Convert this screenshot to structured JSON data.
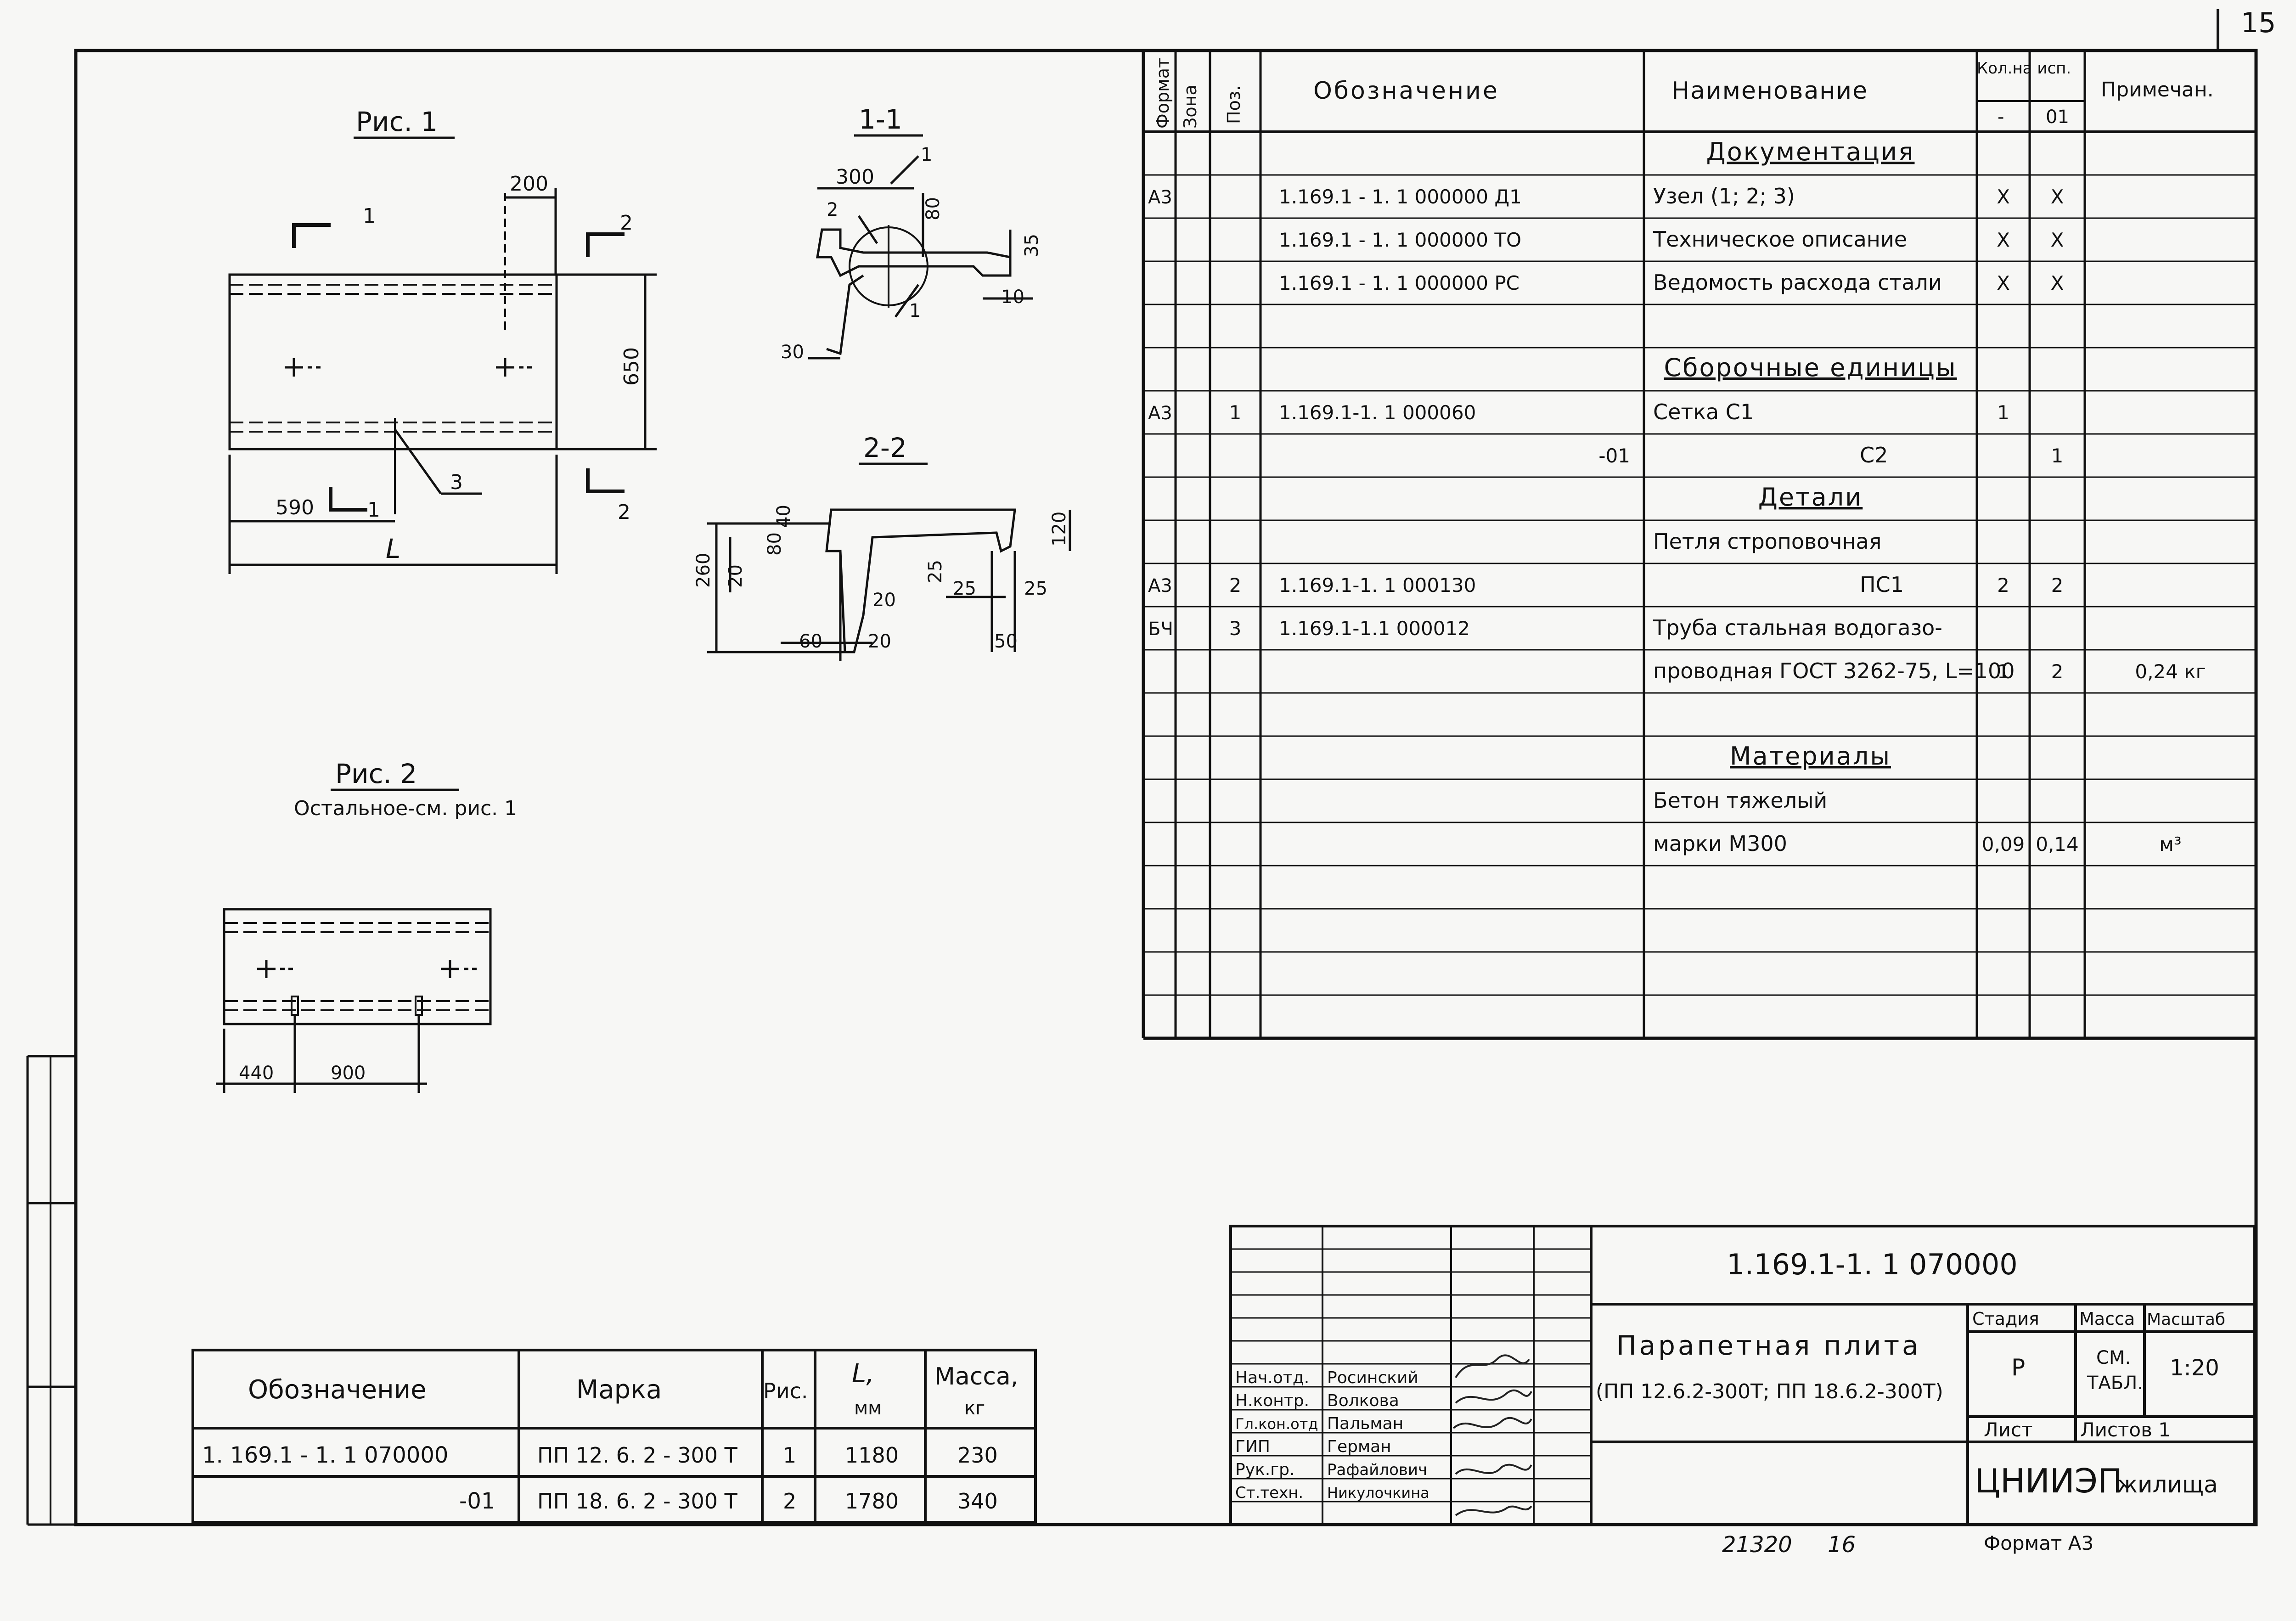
{
  "sheet_number": "15",
  "drawings": {
    "fig1": {
      "title": "Рис. 1",
      "dims": {
        "d200": "200",
        "d650": "650",
        "d590": "590",
        "L": "L"
      },
      "cut_labels": {
        "c1": "1",
        "c2": "2",
        "c1b": "1",
        "c2b": "2"
      },
      "marker": "3"
    },
    "sec11": {
      "title": "1-1",
      "dims": {
        "d300": "300",
        "d80": "80",
        "d35": "35",
        "d10": "10",
        "d30": "30"
      },
      "markers": {
        "m1": "1",
        "m2": "2",
        "m3": "1"
      }
    },
    "sec22": {
      "title": "2-2",
      "dims": {
        "d40": "40",
        "d80": "80",
        "d260": "260",
        "d20a": "20",
        "d20b": "20",
        "d20c": "20",
        "d60": "60",
        "d25a": "25",
        "d25b": "25",
        "d25c": "25",
        "d50": "50",
        "d120": "120"
      }
    },
    "fig2": {
      "title": "Рис. 2",
      "note": "Остальное-см. рис. 1",
      "dims": {
        "d440": "440",
        "d900": "900"
      }
    }
  },
  "spec_table": {
    "headers": {
      "format": "Формат",
      "zone": "Зона",
      "pos": "Поз.",
      "designation": "Обозначение",
      "name": "Наименование",
      "qty": "Кол.на исп.",
      "qty_sub1": "-",
      "qty_sub2": "01",
      "note": "Примечан."
    },
    "rows": [
      {
        "format": "",
        "pos": "",
        "designation": "",
        "name": "Документация",
        "q1": "",
        "q2": "",
        "note": "",
        "section": true
      },
      {
        "format": "А3",
        "pos": "",
        "designation": "1.169.1 - 1. 1 000000  Д1",
        "name": "Узел (1; 2; 3)",
        "q1": "Х",
        "q2": "Х",
        "note": ""
      },
      {
        "format": "",
        "pos": "",
        "designation": "1.169.1 - 1. 1 000000  ТО",
        "name": "Техническое описание",
        "q1": "Х",
        "q2": "Х",
        "note": ""
      },
      {
        "format": "",
        "pos": "",
        "designation": "1.169.1 - 1. 1 000000  РС",
        "name": "Ведомость расхода стали",
        "q1": "Х",
        "q2": "Х",
        "note": ""
      },
      {
        "format": "",
        "pos": "",
        "designation": "",
        "name": "",
        "q1": "",
        "q2": "",
        "note": ""
      },
      {
        "format": "",
        "pos": "",
        "designation": "",
        "name": "Сборочные единицы",
        "q1": "",
        "q2": "",
        "note": "",
        "section": true
      },
      {
        "format": "А3",
        "pos": "1",
        "designation": "1.169.1-1. 1  000060",
        "name": "Сетка          С1",
        "q1": "1",
        "q2": "",
        "note": ""
      },
      {
        "format": "",
        "pos": "",
        "designation": "-01",
        "name": "С2",
        "q1": "",
        "q2": "1",
        "note": ""
      },
      {
        "format": "",
        "pos": "",
        "designation": "",
        "name": "Детали",
        "q1": "",
        "q2": "",
        "note": "",
        "section": true
      },
      {
        "format": "",
        "pos": "",
        "designation": "",
        "name": "Петля строповочная",
        "q1": "",
        "q2": "",
        "note": ""
      },
      {
        "format": "А3",
        "pos": "2",
        "designation": "1.169.1-1. 1  000130",
        "name": "ПС1",
        "q1": "2",
        "q2": "2",
        "note": ""
      },
      {
        "format": "БЧ",
        "pos": "3",
        "designation": "1.169.1-1.1  000012",
        "name": "Труба стальная водогазо-",
        "q1": "",
        "q2": "",
        "note": ""
      },
      {
        "format": "",
        "pos": "",
        "designation": "",
        "name": "проводная ГОСТ 3262-75, L=100",
        "q1": "1",
        "q2": "2",
        "note": "0,24 кг"
      },
      {
        "format": "",
        "pos": "",
        "designation": "",
        "name": "",
        "q1": "",
        "q2": "",
        "note": ""
      },
      {
        "format": "",
        "pos": "",
        "designation": "",
        "name": "Материалы",
        "q1": "",
        "q2": "",
        "note": "",
        "section": true
      },
      {
        "format": "",
        "pos": "",
        "designation": "",
        "name": "Бетон тяжелый",
        "q1": "",
        "q2": "",
        "note": ""
      },
      {
        "format": "",
        "pos": "",
        "designation": "",
        "name": "марки  М300",
        "q1": "0,09",
        "q2": "0,14",
        "note": "м³"
      },
      {
        "format": "",
        "pos": "",
        "designation": "",
        "name": "",
        "q1": "",
        "q2": "",
        "note": ""
      },
      {
        "format": "",
        "pos": "",
        "designation": "",
        "name": "",
        "q1": "",
        "q2": "",
        "note": ""
      },
      {
        "format": "",
        "pos": "",
        "designation": "",
        "name": "",
        "q1": "",
        "q2": "",
        "note": ""
      },
      {
        "format": "",
        "pos": "",
        "designation": "",
        "name": "",
        "q1": "",
        "q2": "",
        "note": ""
      }
    ]
  },
  "mark_table": {
    "headers": {
      "designation": "Обозначение",
      "mark": "Марка",
      "fig": "Рис.",
      "length": "L,",
      "length_unit": "мм",
      "mass": "Масса,",
      "mass_unit": "кг"
    },
    "rows": [
      {
        "designation": "1. 169.1 - 1. 1 070000",
        "mark": "ПП 12. 6. 2 - 300 Т",
        "fig": "1",
        "length": "1180",
        "mass": "230"
      },
      {
        "designation": "-01",
        "mark": "ПП 18. 6. 2 - 300 Т",
        "fig": "2",
        "length": "1780",
        "mass": "340"
      }
    ]
  },
  "title_block": {
    "code": "1.169.1-1. 1  070000",
    "title_line1": "Парапетная  плита",
    "title_line2": "(ПП 12.6.2-300Т; ПП 18.6.2-300Т)",
    "stage_label": "Стадия",
    "mass_label": "Масса",
    "scale_label": "Масштаб",
    "stage": "Р",
    "mass_value_1": "СМ.",
    "mass_value_2": "ТАБЛ.",
    "scale": "1:20",
    "sheet_label": "Лист",
    "sheets_label": "Листов  1",
    "org_main": "ЦНИИЭП",
    "org_sub": "жилища",
    "people": [
      {
        "role": "Нач.отд.",
        "name": "Росинский"
      },
      {
        "role": "Н.контр.",
        "name": "Волкова"
      },
      {
        "role": "Гл.кон.отд",
        "name": "Пальман"
      },
      {
        "role": "ГИП",
        "name": "Герман"
      },
      {
        "role": "Рук.гр.",
        "name": "Рафайлович"
      },
      {
        "role": "Ст.техн.",
        "name": "Никулочкина"
      }
    ]
  },
  "footer": {
    "inventory": "21320",
    "sheet_ref": "16",
    "format": "Формат А3"
  }
}
